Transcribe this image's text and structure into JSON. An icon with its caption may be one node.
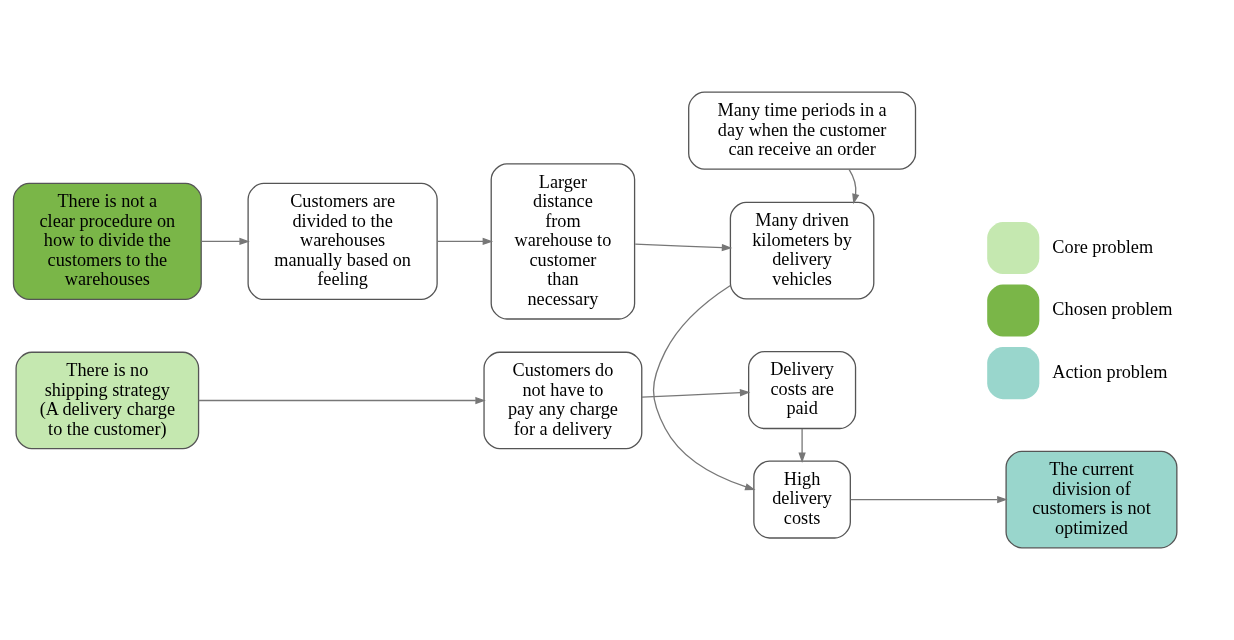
{
  "diagram": {
    "nodes": [
      {
        "text": [
          "There is not a clear procedure on how to divide the customers to the warehouses"
        ]
      },
      {
        "text": [
          "Customers are divided to the warehouses manually based on feeling"
        ]
      },
      {
        "text": [
          "Larger distance from warehouse to customer than necessary"
        ]
      },
      {
        "text": [
          "Many time periods in a day when the customer can receive an order"
        ]
      },
      {
        "text": [
          "Many driven kilometers by delivery vehicles"
        ]
      },
      {
        "text": [
          "High delivery costs"
        ]
      },
      {
        "text": [
          "The current division of customers is not optimized"
        ]
      },
      {
        "text": [
          "There is no shipping strategy (A delivery charge to the customer)"
        ]
      },
      {
        "text": [
          "Customers do not have to pay any charge for a delivery"
        ]
      },
      {
        "text": [
          "Delivery costs are paid"
        ]
      }
    ],
    "edges": [
      {
        "from": 0,
        "to": 1,
        "arrow": "to"
      },
      {
        "from": 1,
        "to": 2,
        "arrow": "to"
      },
      {
        "from": 2,
        "to": 4,
        "arrow": "to"
      },
      {
        "from": 3,
        "to": 4,
        "arrow": "to"
      },
      {
        "from": 4,
        "to": 5,
        "arrow": "to"
      },
      {
        "from": 5,
        "to": 6,
        "arrow": "to"
      },
      {
        "from": 7,
        "to": 8,
        "arrow": "to"
      },
      {
        "from": 8,
        "to": 9,
        "arrow": "to"
      },
      {
        "from": 9,
        "to": 5,
        "arrow": "to"
      }
    ],
    "legend": [
      {
        "text": "Core problem",
        "color": "#c5e8b0"
      },
      {
        "text": "Chosen problem",
        "color": "#7ab648"
      },
      {
        "text": "Action problem",
        "color": "#99d6cc"
      }
    ]
  }
}
